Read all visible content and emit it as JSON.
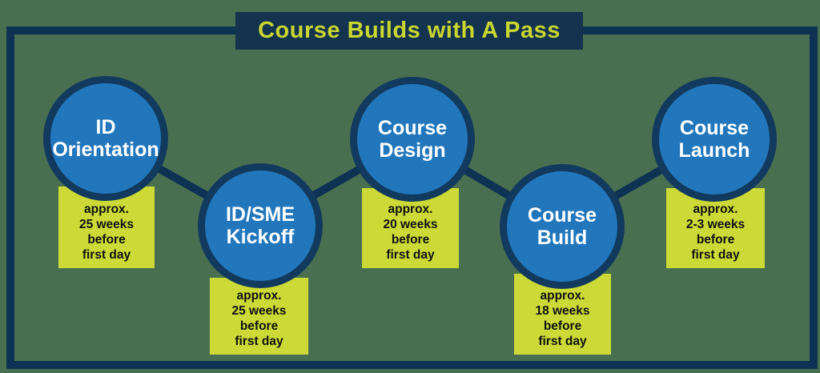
{
  "title": "Course Builds with A Pass",
  "colors": {
    "background_green": "#487050",
    "frame_navy": "#0D3253",
    "circle_blue": "#2277BC",
    "circle_ring_navy": "#123A5E",
    "timing_yellow": "#CCD936",
    "title_text_yellow": "#C9D72F",
    "circle_text": "#FFFFFF",
    "timing_text": "#101010"
  },
  "stages": [
    {
      "name": "ID Orientation",
      "name_lines": [
        "ID",
        "Orientation"
      ],
      "timing": [
        "approx.",
        "25 weeks",
        "before",
        "first day"
      ]
    },
    {
      "name": "ID/SME Kickoff",
      "name_lines": [
        "ID/SME",
        "Kickoff"
      ],
      "timing": [
        "approx.",
        "25 weeks",
        "before",
        "first day"
      ]
    },
    {
      "name": "Course Design",
      "name_lines": [
        "Course",
        "Design"
      ],
      "timing": [
        "approx.",
        "20 weeks",
        "before",
        "first day"
      ]
    },
    {
      "name": "Course Build",
      "name_lines": [
        "Course",
        "Build"
      ],
      "timing": [
        "approx.",
        "18 weeks",
        "before",
        "first day"
      ]
    },
    {
      "name": "Course Launch",
      "name_lines": [
        "Course",
        "Launch"
      ],
      "timing": [
        "approx.",
        "2-3 weeks",
        "before",
        "first day"
      ]
    }
  ]
}
